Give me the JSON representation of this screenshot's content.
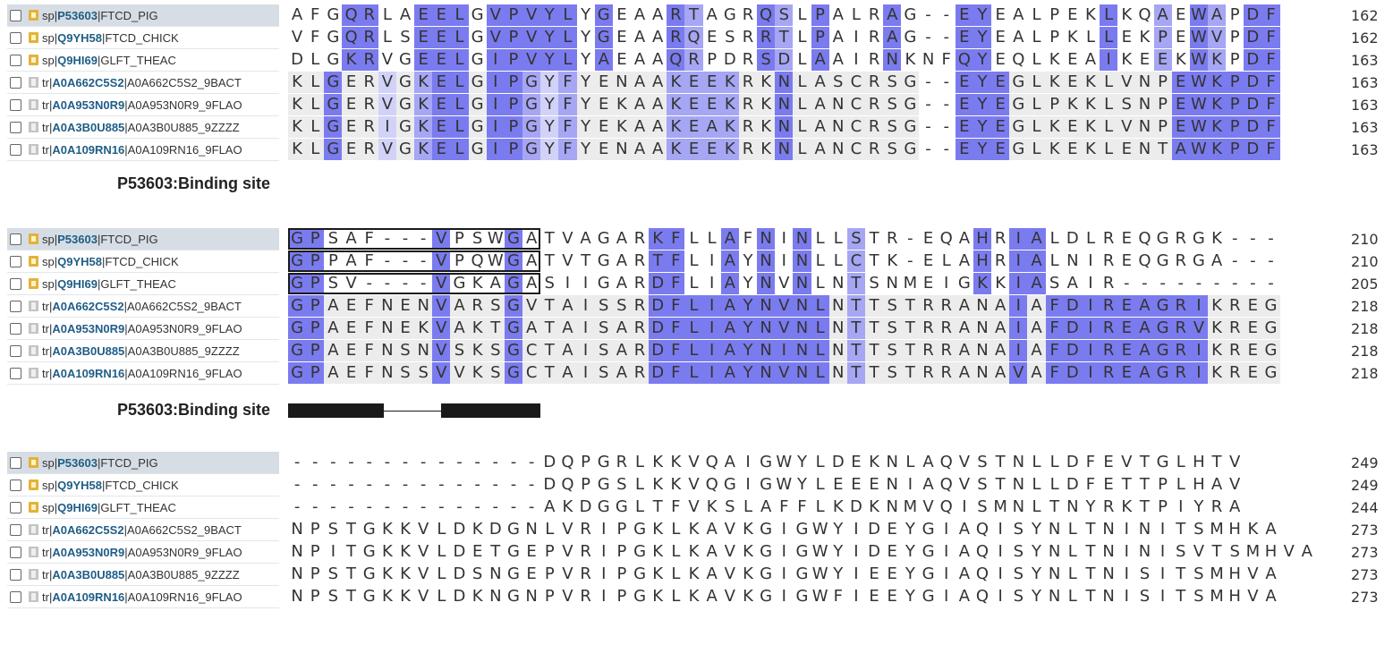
{
  "colors": {
    "high": "#7b7bf0",
    "mid": "#a6a6f4",
    "low": "#d2d2f8",
    "grey": "#ececec",
    "accession": "#1f5d86",
    "selected_row": "#d6dde4"
  },
  "feature_label": "P53603:Binding site",
  "blocks": [
    {
      "rows": [
        {
          "db": "sp",
          "acc": "P53603",
          "name": "FTCD_PIG",
          "icon": "reviewed-icon",
          "highlight": true,
          "seq": "AFGQRLAEELGVPVYLYGEAARTAGRQSLPALRAG--EYEALPEKLKQAEWAPDF",
          "end": "162",
          "shade": "000HH00HHH0HHHHH0H000HM000HM0H000H000HH000000H00M0HM0HHH"
        },
        {
          "db": "sp",
          "acc": "Q9YH58",
          "name": "FTCD_CHICK",
          "icon": "reviewed-icon",
          "highlight": false,
          "seq": "VFGQRLSEELGVPVYLYGEAARQESRRTLPAIRAG--EYEALPKLLEKPEWVPDF",
          "end": "162",
          "shade": "000HH00HHH0HHHHH0H000HM000HM0H000H000HH000000H00M0HM0HHH"
        },
        {
          "db": "sp",
          "acc": "Q9HI69",
          "name": "GLFT_THEAC",
          "icon": "reviewed-icon",
          "highlight": false,
          "seq": "DLGKRVGEELGIPVYLYAEAAQRPDRSDLAAIRNKNFQYEQLKEAIKEEKWKPDF",
          "end": "163",
          "shade": "000HH00HHH0HHHHH0H000HM000HM0H000H000HH000000H00M0HM0HHH"
        },
        {
          "db": "tr",
          "acc": "A0A662C5S2",
          "name": "A0A662C5S2_9BACT",
          "icon": "unreviewed-icon",
          "highlight": false,
          "seq": "KLGERVGKELGIPGYFYENAAKEEKRKNLASCRSG--EYEGLKEKLVNPEWKPDF",
          "end": "163",
          "shade": "GGHGGLGMHHGHHMLMGGGGGMMMMGGHGGGGGGG--HHHGGGGGGGGGHHHHHH"
        },
        {
          "db": "tr",
          "acc": "A0A953N0R9",
          "name": "A0A953N0R9_9FLAO",
          "icon": "unreviewed-icon",
          "highlight": false,
          "seq": "KLGERVGKELGIPGYFYEKAAKEEKRKNLANCRSG--EYEGLPKKLSNPEWKPDF",
          "end": "163",
          "shade": "GGHGGLGMHHGHHMLMGGGGGMMMMGGHGGGGGGG--HHHGGGGGGGGGHHHHHH"
        },
        {
          "db": "tr",
          "acc": "A0A3B0U885",
          "name": "A0A3B0U885_9ZZZZ",
          "icon": "unreviewed-icon",
          "highlight": false,
          "seq": "KLGERIGKELGIPGYFYEKAAKEAKRKNLANCRSG--EYEGLKEKLVNPEWKPDF",
          "end": "163",
          "shade": "GGHGGLGMHHGHHMLMGGGGGMMMMGGHGGGGGGG--HHHGGGGGGGGGHHHHHH"
        },
        {
          "db": "tr",
          "acc": "A0A109RN16",
          "name": "A0A109RN16_9FLAO",
          "icon": "unreviewed-icon",
          "highlight": false,
          "seq": "KLGERVGKELGIPGYFYENAAKEEKRKNLANCRSG--EYEGLKEKLENTAWKPDF",
          "end": "163",
          "shade": "GGHGGLGMHHGHHMLMGGGGGMMMMGGHGGGGGGG--HHHGGGGGGGGGHHHHHH"
        }
      ]
    },
    {
      "rows": [
        {
          "db": "sp",
          "acc": "P53603",
          "name": "FTCD_PIG",
          "icon": "reviewed-icon",
          "highlight": true,
          "seq": "GPSAF---VPSWGATVAGARKFLLAFNINLLSTR-EQAHRIALDLREQGRGK---",
          "end": "210",
          "shade": "HH000---H000H0000000HH00H0H0H00M00-000H0HH000000000----"
        },
        {
          "db": "sp",
          "acc": "Q9YH58",
          "name": "FTCD_CHICK",
          "icon": "reviewed-icon",
          "highlight": false,
          "seq": "GPPAF---VPQWGATVTGARTFLIAYNINLLCTK-ELAHRIALNIREQGRGA---",
          "end": "210",
          "shade": "HH000---H000H0000000HH00H0H0H00M00-000H0HH000000000----"
        },
        {
          "db": "sp",
          "acc": "Q9HI69",
          "name": "GLFT_THEAC",
          "icon": "reviewed-icon",
          "highlight": false,
          "seq": "GPSV----VGKAGASIIGARDFLIAYNVNLNTSNMEIGKKIASAIR---------",
          "end": "205",
          "shade": "HH000---H000H0000000HH00H0H0H00M000000H0HH000000000----"
        },
        {
          "db": "tr",
          "acc": "A0A662C5S2",
          "name": "A0A662C5S2_9BACT",
          "icon": "unreviewed-icon",
          "highlight": false,
          "seq": "GPAEFNENVARSGVTAISSRDFLIAYNVNLNTTSTRRANAIAFDIREAGRIKREG",
          "end": "218",
          "shade": "HHGGGGGGHGGGHGGGGGGGHHHHHHHHHHGMGGGGGGGGHGHHHHHHHHHGGGG"
        },
        {
          "db": "tr",
          "acc": "A0A953N0R9",
          "name": "A0A953N0R9_9FLAO",
          "icon": "unreviewed-icon",
          "highlight": false,
          "seq": "GPAEFNEKVAKTGATAISARDFLIAYNVNLNTTSTRRANAIAFDIREAGRVKREG",
          "end": "218",
          "shade": "HHGGGGGGHGGGHGGGGGGGHHHHHHHHHHGMGGGGGGGGHGHHHHHHHHHGGGG"
        },
        {
          "db": "tr",
          "acc": "A0A3B0U885",
          "name": "A0A3B0U885_9ZZZZ",
          "icon": "unreviewed-icon",
          "highlight": false,
          "seq": "GPAEFNSNVSKSGCTAISARDFLIAYNINLNTTSTRRANAIAFDIREAGRIKREG",
          "end": "218",
          "shade": "HHGGGGGGHGGGHGGGGGGGHHHHHHHHHHGMGGGGGGGGHGHHHHHHHHHGGGG"
        },
        {
          "db": "tr",
          "acc": "A0A109RN16",
          "name": "A0A109RN16_9FLAO",
          "icon": "unreviewed-icon",
          "highlight": false,
          "seq": "GPAEFNSSVVKSGCTAISARDFLIAYNVNLNTTSTRRANAVAFDIREAGRIKREG",
          "end": "218",
          "shade": "HHGGGGGGHGGGHGGGGGGGHHHHHHHHHHGMGGGGGGGGHGHHHHHHHHHGGGG"
        }
      ]
    },
    {
      "rows": [
        {
          "db": "sp",
          "acc": "P53603",
          "name": "FTCD_PIG",
          "icon": "reviewed-icon",
          "highlight": true,
          "seq": "--------------DQPGRLKKVQAIGWYLDEKNLAQVSTNLLDFEVTGLHTV",
          "end": "249",
          "shade": ""
        },
        {
          "db": "sp",
          "acc": "Q9YH58",
          "name": "FTCD_CHICK",
          "icon": "reviewed-icon",
          "highlight": false,
          "seq": "--------------DQPGSLKKVQGIGWYLEEENIAQVSTNLLDFETTPLHAV",
          "end": "249",
          "shade": ""
        },
        {
          "db": "sp",
          "acc": "Q9HI69",
          "name": "GLFT_THEAC",
          "icon": "reviewed-icon",
          "highlight": false,
          "seq": "--------------AKDGGLTFVKSLAFFLKDKNMVQISMNLTNYRKTPIYRA",
          "end": "244",
          "shade": ""
        },
        {
          "db": "tr",
          "acc": "A0A662C5S2",
          "name": "A0A662C5S2_9BACT",
          "icon": "unreviewed-icon",
          "highlight": false,
          "seq": "NPSTGKKVLDKDGNLVRIPGKLKAVKGIGWYIDEYGIAQISYNLTNINITSMHKA",
          "end": "273",
          "shade": ""
        },
        {
          "db": "tr",
          "acc": "A0A953N0R9",
          "name": "A0A953N0R9_9FLAO",
          "icon": "unreviewed-icon",
          "highlight": false,
          "seq": "NPITGKKVLDETGEPVRIPGKLKAVKGIGWYIDEYGIAQISYNLTNINISVTSMHVA",
          "end": "273",
          "shade": ""
        },
        {
          "db": "tr",
          "acc": "A0A3B0U885",
          "name": "A0A3B0U885_9ZZZZ",
          "icon": "unreviewed-icon",
          "highlight": false,
          "seq": "NPSTGKKVLDSNGEPVRIPGKLKAVKGIGWYIEEYGIAQISYNLTNISITSMHVA",
          "end": "273",
          "shade": ""
        },
        {
          "db": "tr",
          "acc": "A0A109RN16",
          "name": "A0A109RN16_9FLAO",
          "icon": "unreviewed-icon",
          "highlight": false,
          "seq": "NPSTGKKVLDKNGNPVRIPGKLKAVKGIGWFIEEYGIAQISYNLTNISITSMHVA",
          "end": "273",
          "shade": ""
        }
      ]
    }
  ]
}
